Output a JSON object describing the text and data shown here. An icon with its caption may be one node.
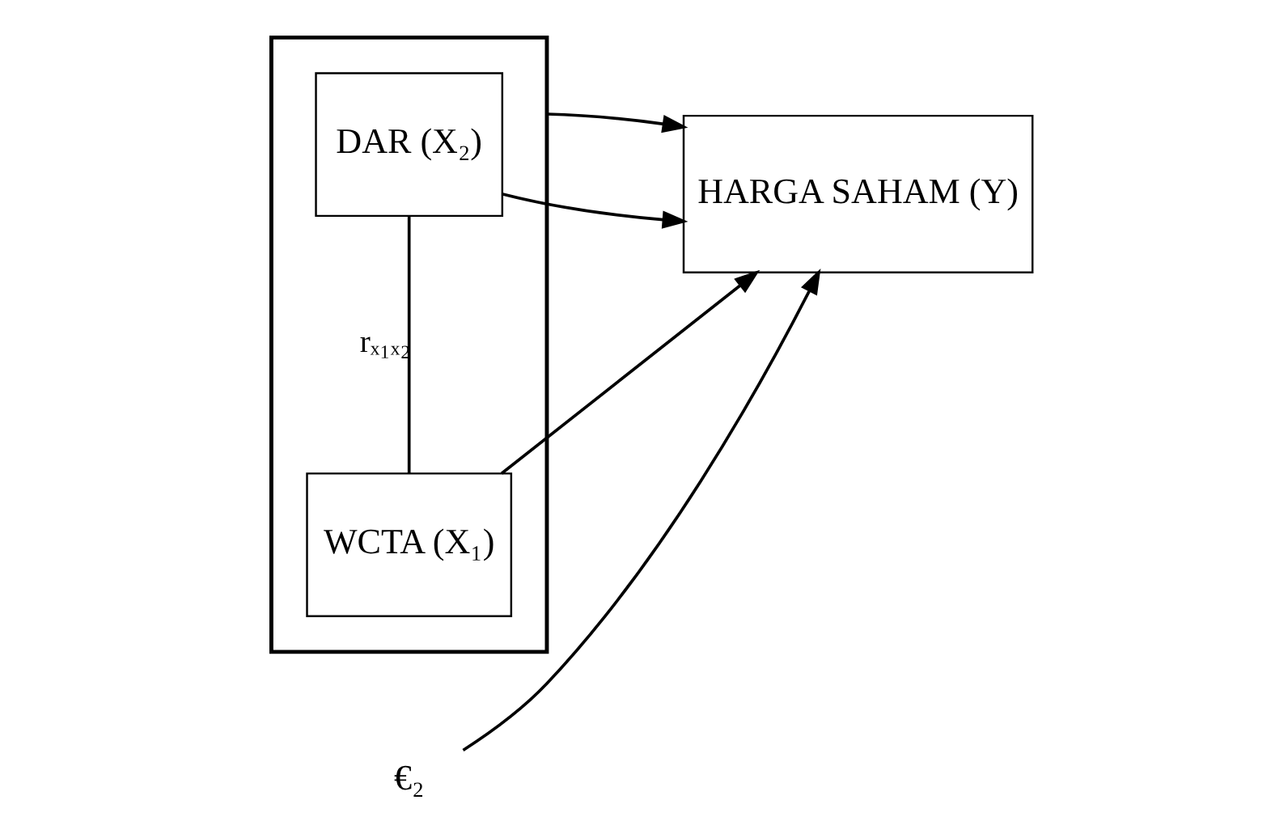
{
  "diagram": {
    "nodes": [
      {
        "text": [],
        "shape": "box"
      },
      {
        "text": [
          "WCTA (X₁)"
        ],
        "in": 0
      },
      {
        "text": [
          "DAR (X₂)"
        ],
        "in": 0
      },
      {
        "text": [
          "HARGA SAHAM (Y)"
        ]
      },
      {
        "text": [
          "€₂"
        ]
      }
    ],
    "edges": [
      {
        "from": 1,
        "to": 2,
        "arrow": "none",
        "label": "rₓ₁ₓ₂"
      },
      {
        "from": 1,
        "to": 3,
        "arrow": "to"
      },
      {
        "from": 2,
        "to": 3,
        "arrow": "to"
      },
      {
        "from": 4,
        "to": 3,
        "arrow": "to"
      },
      {
        "from": 0,
        "to": 3,
        "arrow": "to"
      }
    ]
  }
}
